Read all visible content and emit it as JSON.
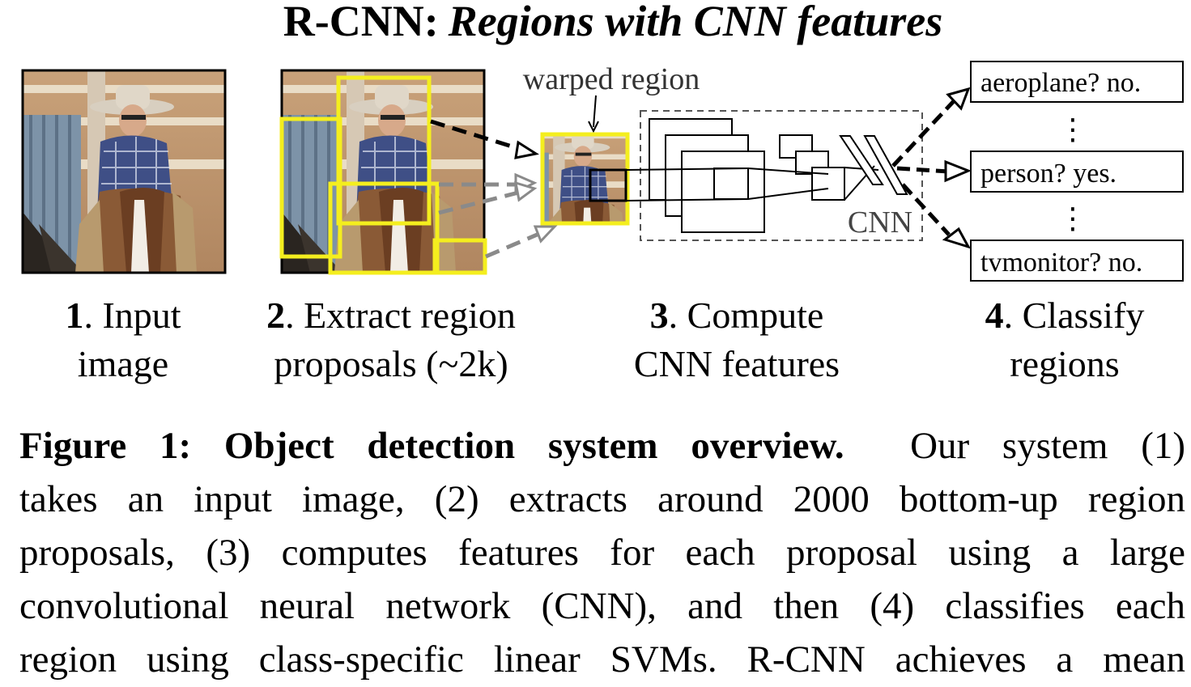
{
  "figure": {
    "title_prefix": "R-CNN:",
    "title_italic": "Regions with CNN features",
    "warped_label": "warped region",
    "cnn_label": "CNN",
    "classes": [
      "aeroplane? no.",
      "person? yes.",
      "tvmonitor? no."
    ],
    "ellipsis": "⋮",
    "steps": [
      {
        "num": "1",
        "line1": ". Input",
        "line2": "image"
      },
      {
        "num": "2",
        "line1": ". Extract region",
        "line2": "proposals (~2k)"
      },
      {
        "num": "3",
        "line1": ". Compute",
        "line2": "CNN features"
      },
      {
        "num": "4",
        "line1": ". Classify",
        "line2": "regions"
      }
    ],
    "colors": {
      "proposal": "#f4ee1e",
      "dashed_grey": "#8a8a8a",
      "box_border": "#000000"
    }
  },
  "caption": {
    "label": "Figure 1:  Object detection system overview.",
    "lines": [
      "Our system (1)",
      "takes an input image, (2) extracts around 2000 bottom-up region",
      "proposals, (3) computes features for each proposal using a large",
      "convolutional neural network (CNN), and then (4) classifies each",
      "region using class-specific linear SVMs. R-CNN achieves a mean"
    ]
  }
}
